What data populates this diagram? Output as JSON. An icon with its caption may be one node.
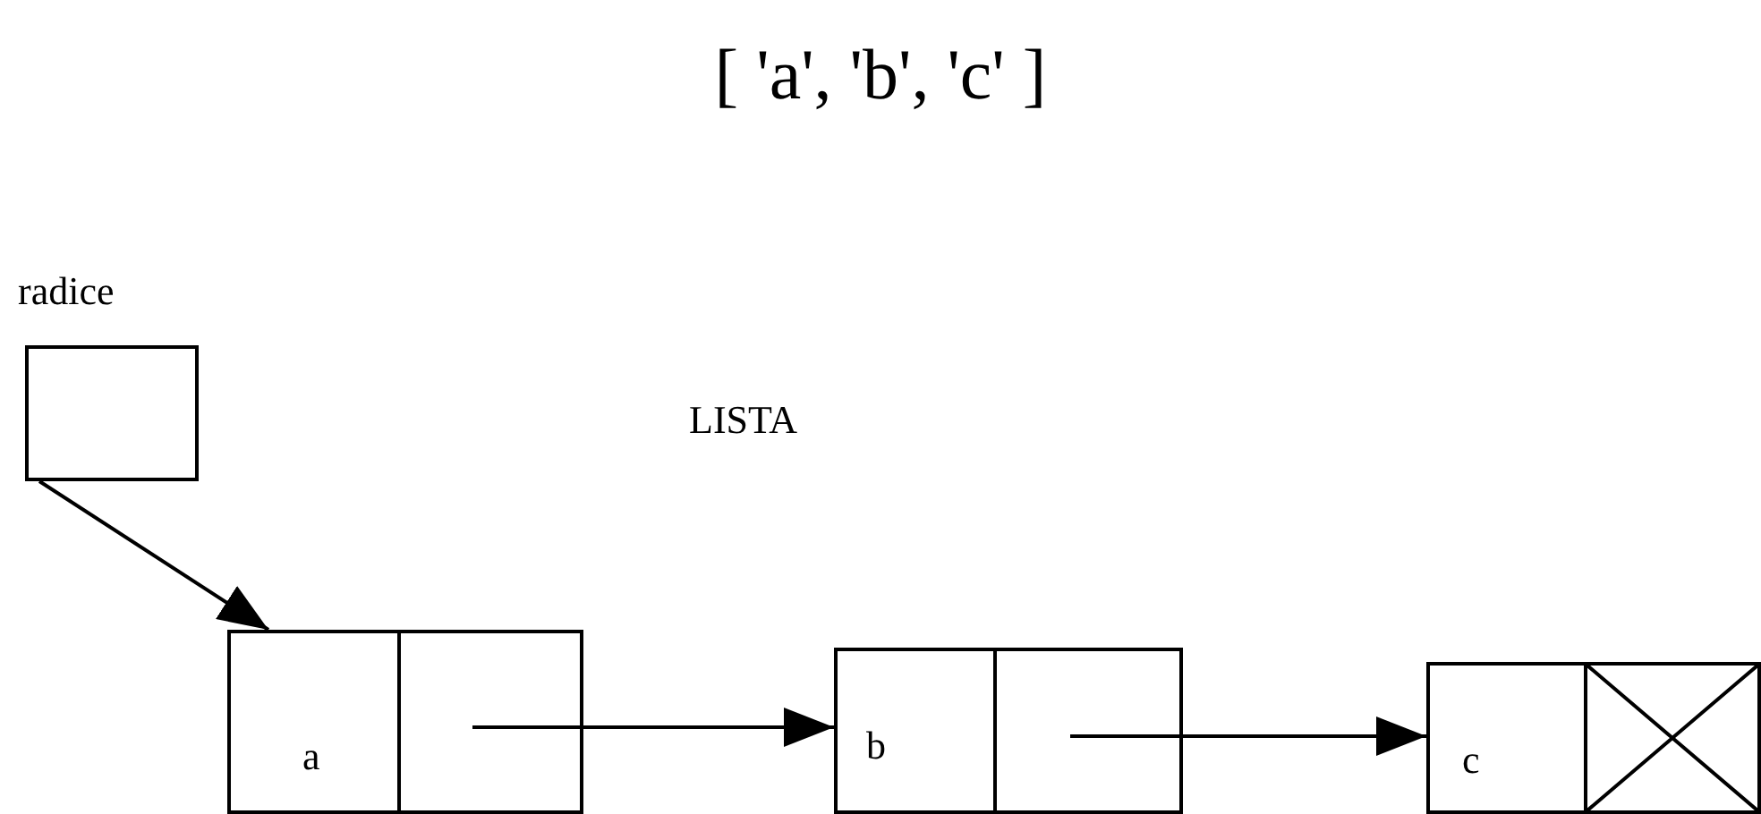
{
  "diagram": {
    "title": "[ 'a', 'b', 'c' ]",
    "nodes": [
      {
        "text": [],
        "shape": "box",
        "beside": [
          "radice"
        ]
      },
      {
        "text": [
          "a"
        ]
      },
      {
        "text": [],
        "shape": "box"
      },
      {
        "text": [
          "b"
        ]
      },
      {
        "text": [],
        "shape": "box"
      },
      {
        "text": [
          "c"
        ]
      },
      {
        "text": [],
        "shape": "cross"
      }
    ],
    "edges": [
      {
        "from": 0,
        "to": 1,
        "arrow": "to"
      },
      {
        "from": 2,
        "to": 3,
        "arrow": "to"
      },
      {
        "from": 4,
        "to": 5,
        "arrow": "to"
      }
    ],
    "labels": [
      "LISTA"
    ]
  }
}
